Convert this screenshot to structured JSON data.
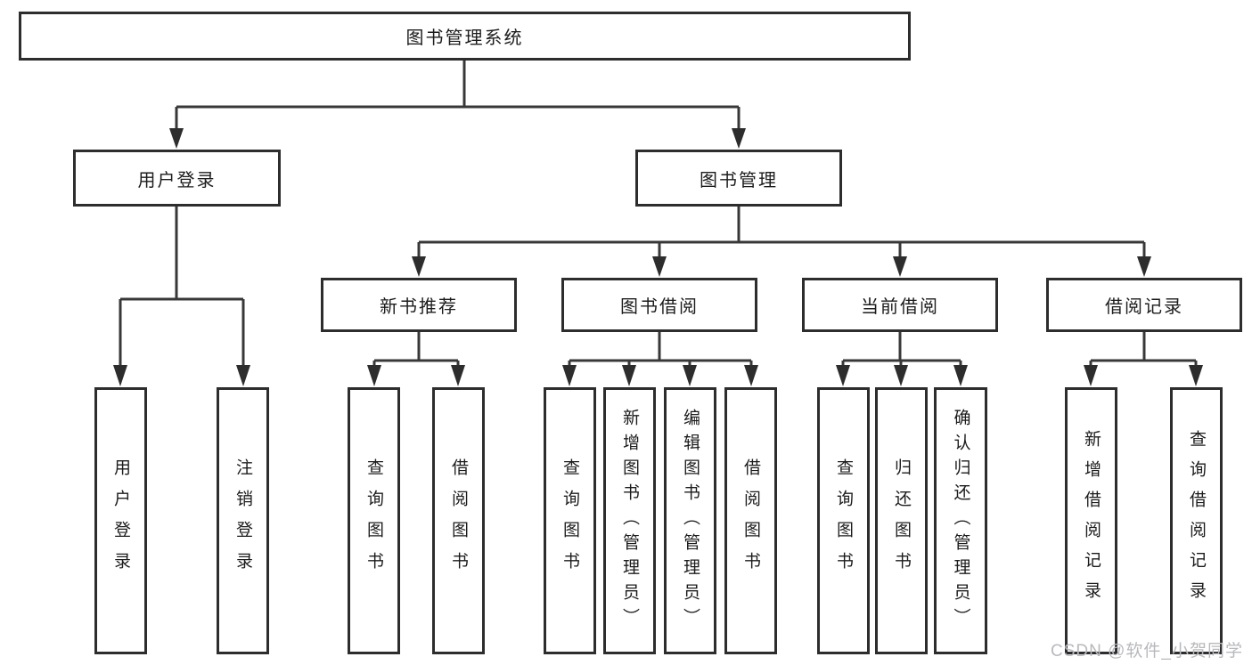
{
  "diagram": {
    "title": "图书管理系统",
    "level2": [
      {
        "label": "用户登录"
      },
      {
        "label": "图书管理"
      }
    ],
    "level3": [
      {
        "label": "新书推荐"
      },
      {
        "label": "图书借阅"
      },
      {
        "label": "当前借阅"
      },
      {
        "label": "借阅记录"
      }
    ],
    "leaves": {
      "user_login": [
        "用户登录",
        "注销登录"
      ],
      "new_books": [
        "查询图书",
        "借阅图书"
      ],
      "book_borrow": [
        "查询图书",
        "新增图书（管理员）",
        "编辑图书（管理员）",
        "借阅图书"
      ],
      "current_borrow": [
        "查询图书",
        "归还图书",
        "确认归还（管理员）"
      ],
      "borrow_records": [
        "新增借阅记录",
        "查询借阅记录"
      ]
    }
  },
  "watermark": "CSDN @软件_小贺同学",
  "colors": {
    "line": "#383838",
    "arrow": "#2d2d2d",
    "box_border": "#2d2d2d",
    "text": "#1c1c1c",
    "watermark": "#b8b9bd",
    "background": "#ffffff"
  }
}
